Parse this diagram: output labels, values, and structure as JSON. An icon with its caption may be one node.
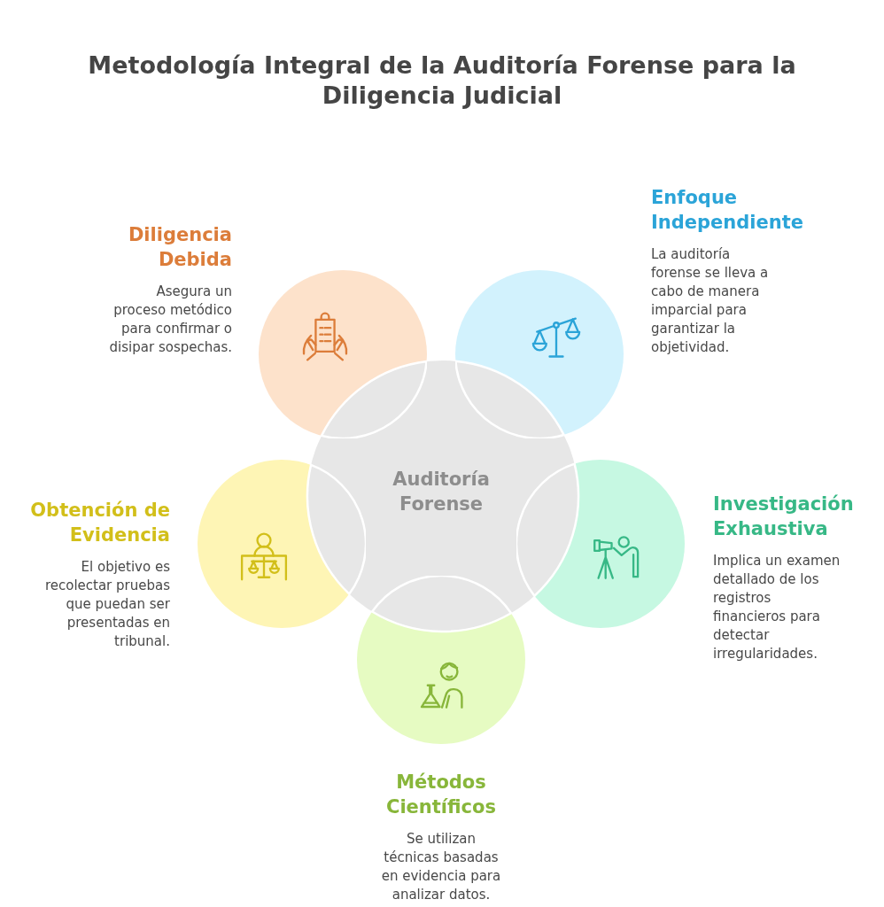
{
  "diagram": {
    "title": "Metodología Integral de la Auditoría Forense para la Diligencia Judicial",
    "nodes": [
      {
        "text": [
          "Auditoría Forense"
        ]
      },
      {
        "text": [
          "Diligencia Debida",
          "Asegura un proceso metódico para confirmar o disipar sospechas."
        ]
      },
      {
        "text": [
          "Enfoque Independiente",
          "La auditoría forense se lleva a cabo de manera imparcial para garantizar la objetividad."
        ]
      },
      {
        "text": [
          "Investigación Exhaustiva",
          "Implica un examen detallado de los registros financieros para detectar irregularidades."
        ]
      },
      {
        "text": [
          "Métodos Científicos",
          "Se utilizan técnicas basadas en evidencia para analizar datos."
        ]
      },
      {
        "text": [
          "Obtención de Evidencia",
          "El objetivo es recolectar pruebas que puedan ser presentadas en tribunal."
        ]
      }
    ]
  }
}
